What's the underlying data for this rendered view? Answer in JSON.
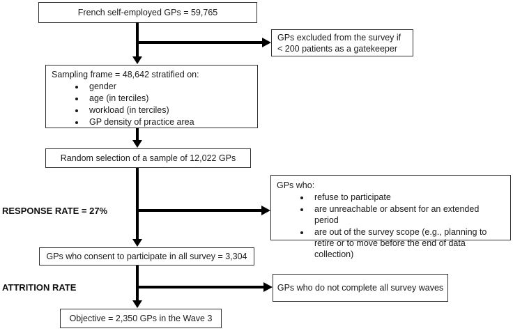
{
  "nodes": {
    "population": {
      "label": "French self-employed GPs = 59,765"
    },
    "excluded": {
      "label": "GPs excluded from the survey if < 200 patients as a gatekeeper"
    },
    "sampling_frame": {
      "label": "Sampling frame = 48,642 stratified on:",
      "bullets": [
        "gender",
        "age (in terciles)",
        "workload (in terciles)",
        "GP density of practice area"
      ]
    },
    "random_selection": {
      "label": "Random selection of a sample of 12,022 GPs"
    },
    "non_participants": {
      "label": "GPs who:",
      "bullets": [
        "refuse to participate",
        "are unreachable or absent for an extended period",
        "are out of the survey scope (e.g., planning to retire or to move before the end of data collection)"
      ]
    },
    "consent": {
      "label": "GPs who consent to participate in all survey = 3,304"
    },
    "no_complete": {
      "label": "GPs who do not complete all survey waves"
    },
    "objective": {
      "label": "Objective = 2,350 GPs in the Wave 3"
    }
  },
  "side_labels": {
    "response_rate": "RESPONSE RATE = 27%",
    "attrition_rate": "ATTRITION RATE"
  },
  "colors": {
    "line": "#000000",
    "box_border": "#2e2e2e",
    "background": "#ffffff",
    "text": "#1a1a1a"
  }
}
